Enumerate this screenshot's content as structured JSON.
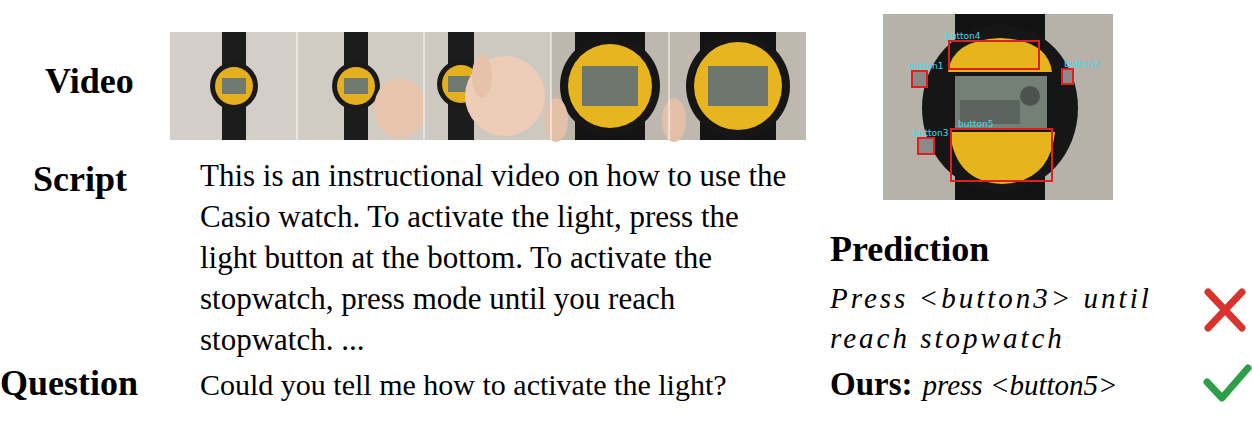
{
  "diagram": {
    "nodes": [
      {
        "text": [
          "button4"
        ]
      },
      {
        "text": [
          "button1"
        ]
      },
      {
        "text": [
          "button2"
        ]
      },
      {
        "text": [
          "button3"
        ]
      },
      {
        "text": [
          "button5"
        ]
      }
    ],
    "labels": [
      "Video",
      "Script",
      "This is an instructional video on how to use the Casio watch. To activate the light, press the light button at the bottom. To activate the stopwatch, press mode until you reach stopwatch. ...",
      "Question",
      "Could you tell me how to activate the light?",
      "Prediction",
      "Press <button3> until reach stopwatch",
      "Ours:",
      "press <button5>"
    ]
  }
}
